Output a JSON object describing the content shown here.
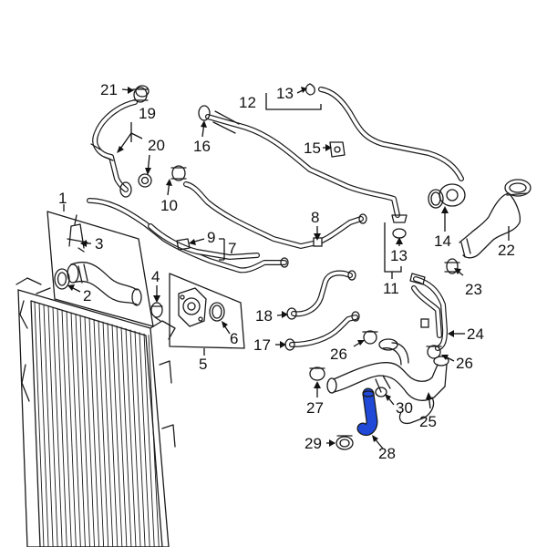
{
  "diagram": {
    "highlight_color": "#1f49d6",
    "line_color": "#1a1a1a",
    "callouts": [
      {
        "id": "c1",
        "text": "1"
      },
      {
        "id": "c2",
        "text": "2"
      },
      {
        "id": "c3",
        "text": "3"
      },
      {
        "id": "c4",
        "text": "4"
      },
      {
        "id": "c5",
        "text": "5"
      },
      {
        "id": "c6",
        "text": "6"
      },
      {
        "id": "c7",
        "text": "7"
      },
      {
        "id": "c8",
        "text": "8"
      },
      {
        "id": "c9",
        "text": "9"
      },
      {
        "id": "c10",
        "text": "10"
      },
      {
        "id": "c11",
        "text": "11"
      },
      {
        "id": "c12",
        "text": "12"
      },
      {
        "id": "c13a",
        "text": "13"
      },
      {
        "id": "c13b",
        "text": "13"
      },
      {
        "id": "c14",
        "text": "14"
      },
      {
        "id": "c15",
        "text": "15"
      },
      {
        "id": "c16",
        "text": "16"
      },
      {
        "id": "c17",
        "text": "17"
      },
      {
        "id": "c18",
        "text": "18"
      },
      {
        "id": "c19",
        "text": "19"
      },
      {
        "id": "c20",
        "text": "20"
      },
      {
        "id": "c21",
        "text": "21"
      },
      {
        "id": "c22",
        "text": "22"
      },
      {
        "id": "c23",
        "text": "23"
      },
      {
        "id": "c24",
        "text": "24"
      },
      {
        "id": "c25",
        "text": "25"
      },
      {
        "id": "c26a",
        "text": "26"
      },
      {
        "id": "c26b",
        "text": "26"
      },
      {
        "id": "c27",
        "text": "27"
      },
      {
        "id": "c28",
        "text": "28"
      },
      {
        "id": "c29",
        "text": "29"
      },
      {
        "id": "c30",
        "text": "30"
      }
    ]
  }
}
